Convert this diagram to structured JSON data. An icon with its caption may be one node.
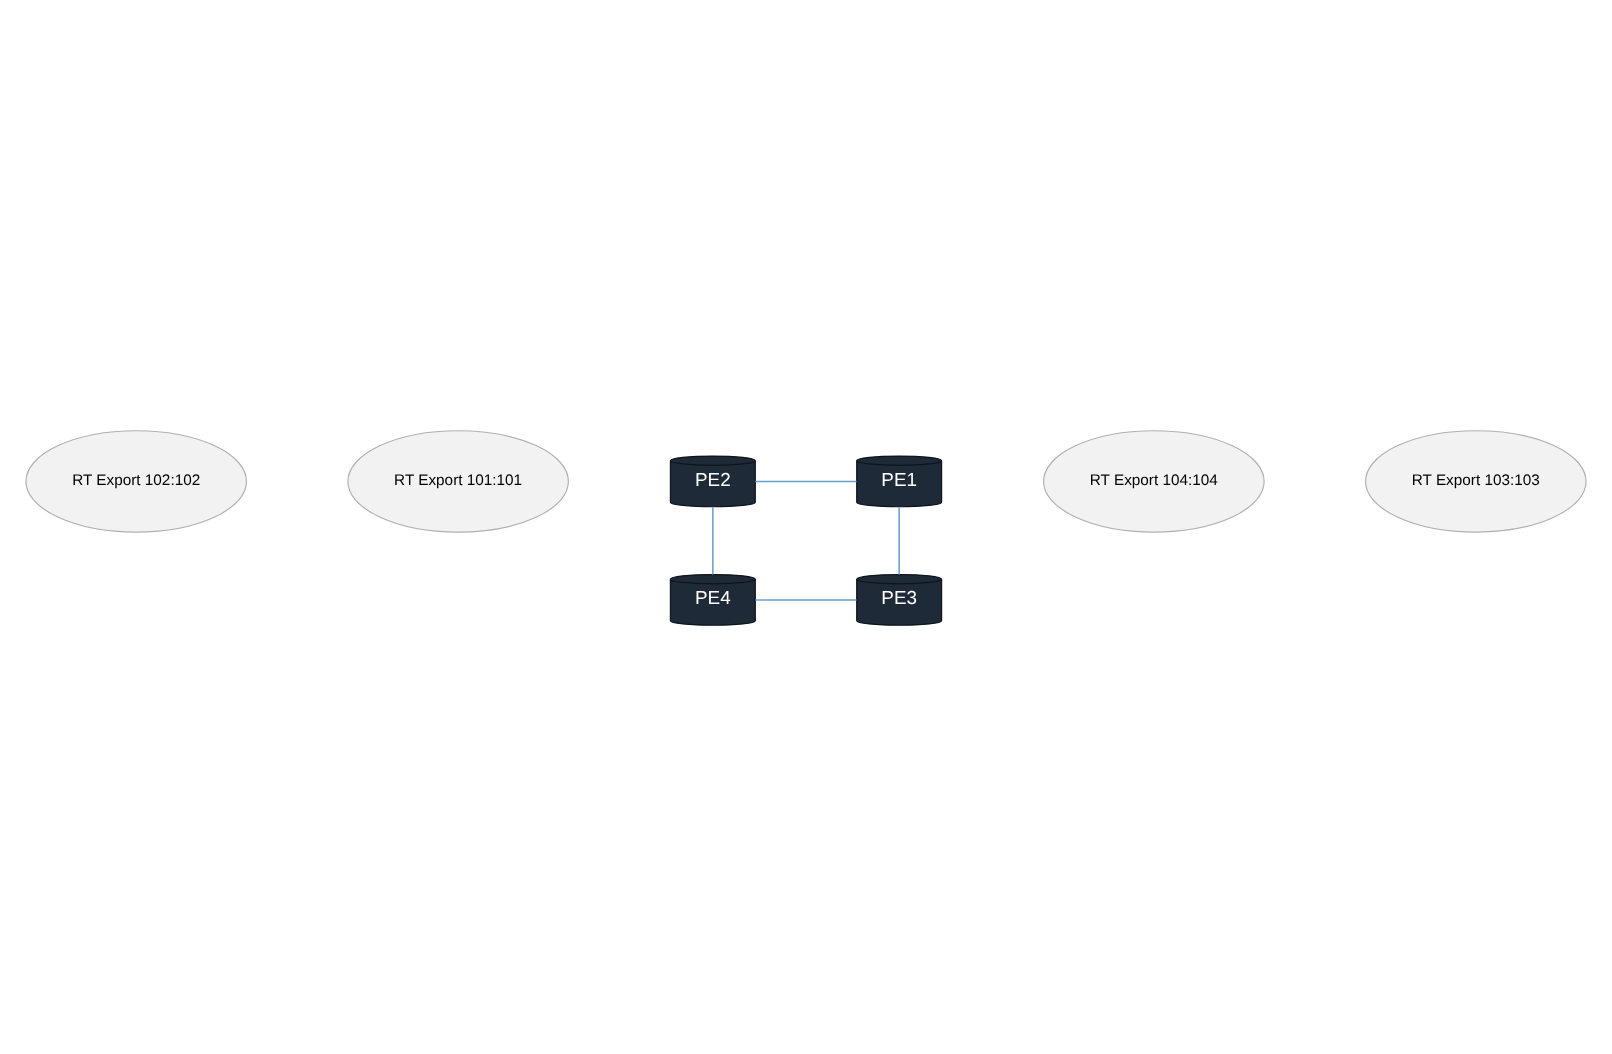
{
  "diagram": {
    "nodes": [
      {
        "text": [
          "RT Export 102:102"
        ]
      },
      {
        "text": [
          "PE2"
        ]
      },
      {
        "text": [
          "PE1"
        ]
      },
      {
        "text": [
          "RT Export 101:101"
        ]
      },
      {
        "text": [
          "PE4"
        ]
      },
      {
        "text": [
          "PE3"
        ]
      },
      {
        "text": [
          "RT Export 104:104"
        ]
      },
      {
        "text": [
          "RT Export 103:103"
        ]
      }
    ],
    "edges": [
      {
        "from": 1,
        "to": 2,
        "arrow": "none"
      },
      {
        "from": 1,
        "to": 4,
        "arrow": "none"
      },
      {
        "from": 2,
        "to": 5,
        "arrow": "none"
      },
      {
        "from": 4,
        "to": 5,
        "arrow": "none"
      }
    ]
  }
}
